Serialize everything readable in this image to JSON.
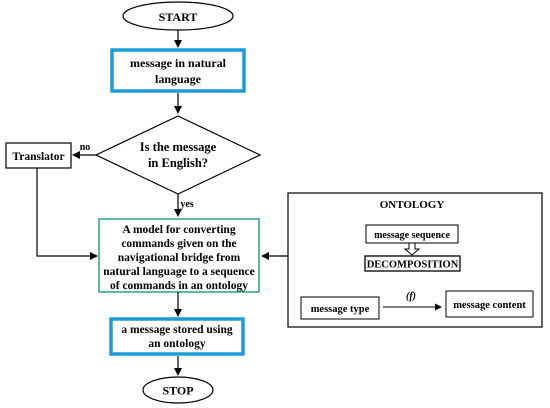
{
  "start_label": "START",
  "stop_label": "STOP",
  "input_box": {
    "lines": [
      "message in natural",
      "language"
    ]
  },
  "decision": {
    "lines": [
      "Is the message",
      "in English?"
    ]
  },
  "branch_no_label": "no",
  "branch_yes_label": "yes",
  "translator_label": "Translator",
  "model_box": {
    "lines": [
      "A model for converting",
      "commands given on the",
      "navigational bridge from",
      "natural language to a sequence",
      "of commands in an ontology"
    ]
  },
  "output_box": {
    "lines": [
      "a message stored using",
      "an ontology"
    ]
  },
  "ontology_panel": {
    "title": "ONTOLOGY",
    "message_sequence": "message sequence",
    "decomposition": "DECOMPOSITION",
    "function_symbol": "(f)",
    "message_type": "message type",
    "message_content": "message content"
  },
  "colors": {
    "input_border": "#1e9bd7",
    "output_border": "#1e9bd7",
    "model_border": "#2aa37a",
    "line": "#000000"
  }
}
